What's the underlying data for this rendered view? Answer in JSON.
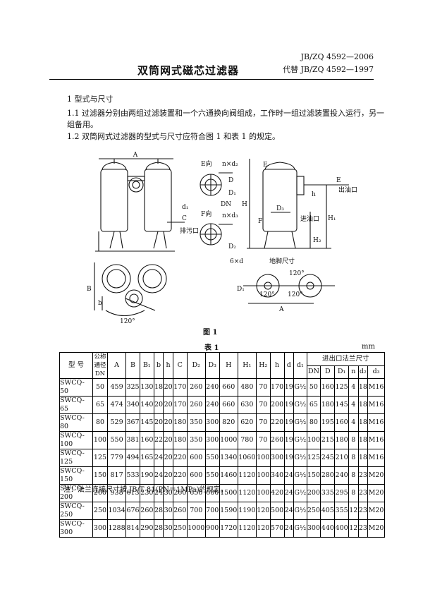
{
  "header": {
    "std_no": "JB/ZQ 4592—2006",
    "replaces": "代替 JB/ZQ 4592—1997",
    "title": "双筒网式磁芯过滤器"
  },
  "section": {
    "heading": "1  型式与尺寸",
    "p1": "1.1  过滤器分别由两组过滤装置和一个六通换向阀组成，工作时一组过滤装置投入运行，另一组备用。",
    "p2": "1.2  双筒网式过滤器的型式与尺寸应符合图 1 和表 1 的规定。"
  },
  "figure": {
    "caption": "图 1",
    "labels": {
      "A": "A",
      "B": "B",
      "C": "C",
      "b": "b",
      "h": "h",
      "H": "H",
      "H1": "H₁",
      "H2": "H₂",
      "D": "D",
      "D1": "D₁",
      "D2": "D₂",
      "D3": "D₃",
      "DN": "DN",
      "d1": "d₁",
      "e_view": "E向",
      "f_view": "F向",
      "E": "E",
      "F": "F",
      "nxd2": "n×d₂",
      "nxd3": "n×d₃",
      "drain": "排污口",
      "outlet": "出油口",
      "inlet": "进油口",
      "foot": "地脚尺寸",
      "sixd": "6×d",
      "angle120a": "120°",
      "angle120b": "120°",
      "angle120c": "120°",
      "angle120d": "120°"
    }
  },
  "table": {
    "caption": "表 1",
    "unit": "mm",
    "h_model": "型  号",
    "h_dn": "公称通径 DN",
    "h_flange": "进出口法兰尺寸",
    "cols": [
      "A",
      "B",
      "B₁",
      "b",
      "h",
      "C",
      "D₂",
      "D₃",
      "H",
      "H₁",
      "H₂",
      "h",
      "d",
      "d₁"
    ],
    "fcols": [
      "DN",
      "D",
      "D₁",
      "n",
      "d₂",
      "d₃"
    ],
    "rows": [
      [
        "SWCQ-50",
        "50",
        "459",
        "325",
        "130",
        "18",
        "20",
        "170",
        "260",
        "240",
        "660",
        "480",
        "70",
        "170",
        "19",
        "G½",
        "50",
        "160",
        "125",
        "4",
        "18",
        "M16"
      ],
      [
        "SWCQ-65",
        "65",
        "474",
        "340",
        "140",
        "20",
        "20",
        "170",
        "260",
        "240",
        "660",
        "630",
        "70",
        "200",
        "19",
        "G½",
        "65",
        "180",
        "145",
        "4",
        "18",
        "M16"
      ],
      [
        "SWCQ-80",
        "80",
        "529",
        "367",
        "145",
        "20",
        "20",
        "180",
        "350",
        "300",
        "820",
        "620",
        "70",
        "220",
        "19",
        "G½",
        "80",
        "195",
        "160",
        "4",
        "18",
        "M16"
      ],
      [
        "SWCQ-100",
        "100",
        "550",
        "381",
        "160",
        "22",
        "20",
        "180",
        "350",
        "300",
        "1000",
        "780",
        "70",
        "260",
        "19",
        "G½",
        "100",
        "215",
        "180",
        "8",
        "18",
        "M16"
      ],
      [
        "SWCQ-125",
        "125",
        "779",
        "494",
        "165",
        "24",
        "20",
        "220",
        "600",
        "550",
        "1340",
        "1060",
        "100",
        "300",
        "19",
        "G½",
        "125",
        "245",
        "210",
        "8",
        "18",
        "M16"
      ],
      [
        "SWCQ-150",
        "150",
        "817",
        "533",
        "190",
        "24",
        "20",
        "220",
        "600",
        "550",
        "1460",
        "1120",
        "100",
        "340",
        "24",
        "G½",
        "150",
        "280",
        "240",
        "8",
        "23",
        "M20"
      ],
      [
        "SWCQ-200",
        "200",
        "938",
        "613",
        "230",
        "24",
        "30",
        "260",
        "650",
        "600",
        "1500",
        "1120",
        "100",
        "420",
        "24",
        "G½",
        "200",
        "335",
        "295",
        "8",
        "23",
        "M20"
      ],
      [
        "SWCQ-250",
        "250",
        "1034",
        "676",
        "260",
        "28",
        "30",
        "260",
        "700",
        "700",
        "1590",
        "1190",
        "120",
        "500",
        "24",
        "G½",
        "250",
        "405",
        "355",
        "12",
        "23",
        "M20"
      ],
      [
        "SWCQ-300",
        "300",
        "1288",
        "814",
        "290",
        "28",
        "30",
        "250",
        "1000",
        "900",
        "1720",
        "1120",
        "120",
        "570",
        "24",
        "G½",
        "300",
        "440",
        "400",
        "12",
        "23",
        "M20"
      ]
    ],
    "note": "注：法兰连接尺寸按 JB/T 81(PN＝1MPa)的规定。"
  }
}
